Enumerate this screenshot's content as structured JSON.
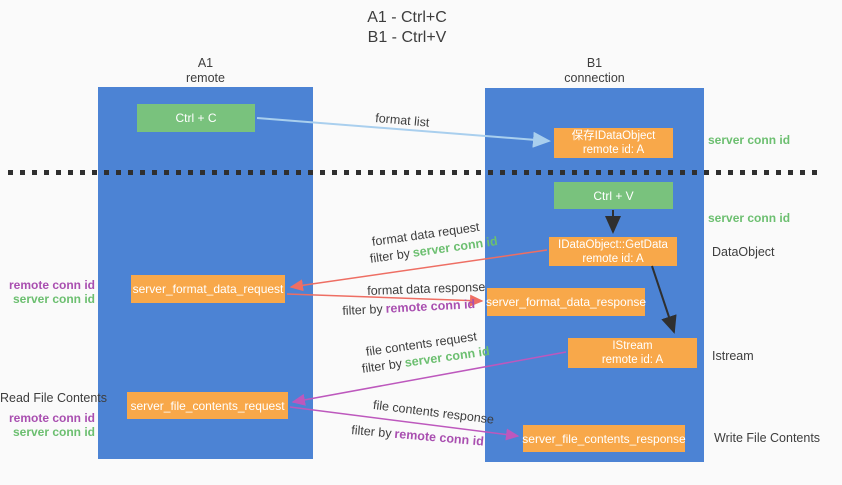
{
  "title": {
    "line1": "A1 - Ctrl+C",
    "line2": "B1 - Ctrl+V"
  },
  "columns": {
    "a1": {
      "name": "A1",
      "subtitle": "remote"
    },
    "b1": {
      "name": "B1",
      "subtitle": "connection"
    }
  },
  "nodes": {
    "ctrl_c": {
      "label": "Ctrl + C"
    },
    "ctrl_v": {
      "label": "Ctrl + V"
    },
    "save_idataobject": {
      "line1": "保存IDataObject",
      "line2": "remote id: A"
    },
    "getdata": {
      "line1": "IDataObject::GetData",
      "line2": "remote id: A"
    },
    "istream": {
      "line1": "IStream",
      "line2": "remote id: A"
    },
    "format_request": {
      "label": "server_format_data_request"
    },
    "format_response": {
      "label": "server_format_data_response"
    },
    "file_request": {
      "label": "server_file_contents_request"
    },
    "file_response": {
      "label": "server_file_contents_response"
    }
  },
  "arrows": {
    "format_list": {
      "label": "format list"
    },
    "format_data_request": {
      "label": "format data request",
      "filter_prefix": "filter by",
      "filter_key": "server conn id"
    },
    "format_data_response": {
      "label": "format data response",
      "filter_prefix": "filter by",
      "filter_key": "remote conn id"
    },
    "file_contents_request": {
      "label": "file contents request",
      "filter_prefix": "filter by",
      "filter_key": "server conn id"
    },
    "file_contents_response": {
      "label": "file contents response",
      "filter_prefix": "filter by",
      "filter_key": "remote conn id"
    }
  },
  "side_labels": {
    "right_server_conn_id_top": "server conn id",
    "right_server_conn_id_mid": "server conn id",
    "right_dataobject": "DataObject",
    "right_istream": "Istream",
    "right_write_file_contents": "Write File Contents",
    "left_remote_conn_id_top": "remote conn id",
    "left_server_conn_id_top": "server conn id",
    "left_read_file_contents": "Read File Contents",
    "left_remote_conn_id_bottom": "remote conn id",
    "left_server_conn_id_bottom": "server conn id"
  },
  "colors": {
    "background": "#fafafa",
    "column_blue": "#4c83d4",
    "box_green": "#79c27d",
    "box_orange": "#f8a84a",
    "label_green": "#6cbf70",
    "label_purple": "#a94fb0",
    "text_dark": "#3d3d3d",
    "arrow_red": "#ee6e63",
    "arrow_magenta": "#bd58bd",
    "arrow_blue": "#a9cfee",
    "arrow_black": "#2f2f2f"
  }
}
